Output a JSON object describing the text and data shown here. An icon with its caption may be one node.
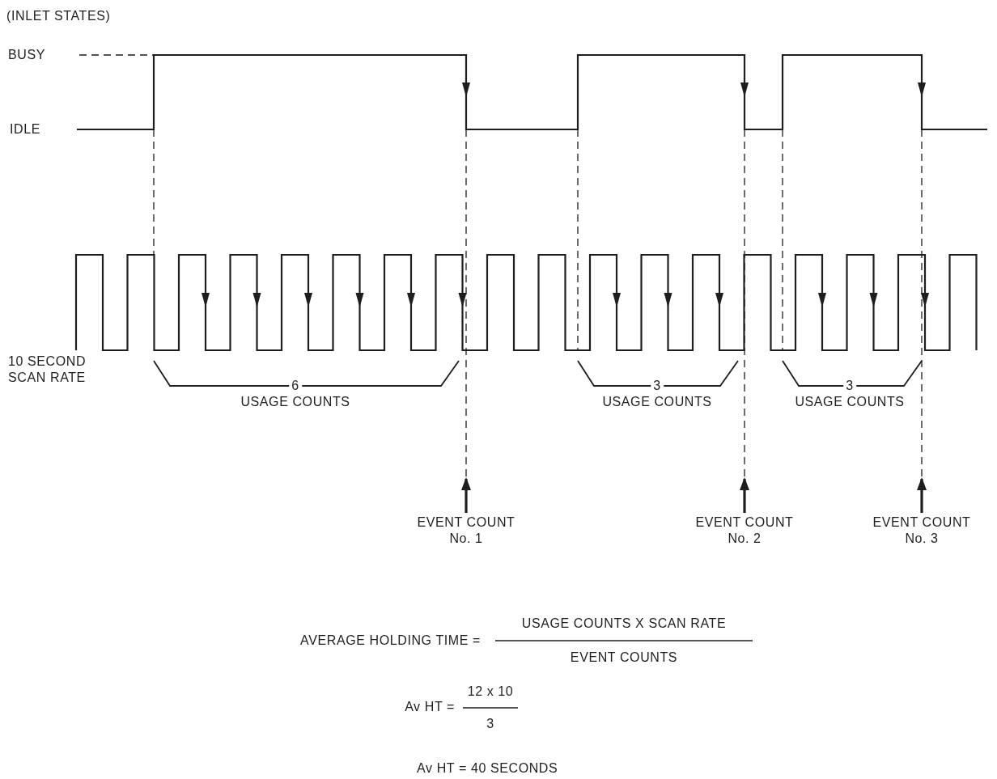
{
  "diagram": {
    "nodes": [
      {
        "text": [
          "EVENT COUNT No. 1"
        ]
      },
      {
        "text": [
          "EVENT COUNT No. 2"
        ]
      },
      {
        "text": [
          "EVENT COUNT No. 3"
        ]
      }
    ],
    "edges": [
      {
        "from": 0,
        "to": null,
        "arrow": "to"
      },
      {
        "from": 1,
        "to": null,
        "arrow": "to"
      },
      {
        "from": 2,
        "to": null,
        "arrow": "to"
      }
    ],
    "labels": [
      "(INLET STATES)",
      "BUSY",
      "IDLE",
      "10 SECOND SCAN RATE",
      "6",
      "USAGE COUNTS",
      "3",
      "USAGE COUNTS",
      "3",
      "USAGE COUNTS",
      "AVERAGE HOLDING TIME =",
      "USAGE COUNTS X SCAN RATE",
      "EVENT COUNTS",
      "Av HT =",
      "12 x 10",
      "3",
      "Av HT = 40 SECONDS"
    ]
  }
}
